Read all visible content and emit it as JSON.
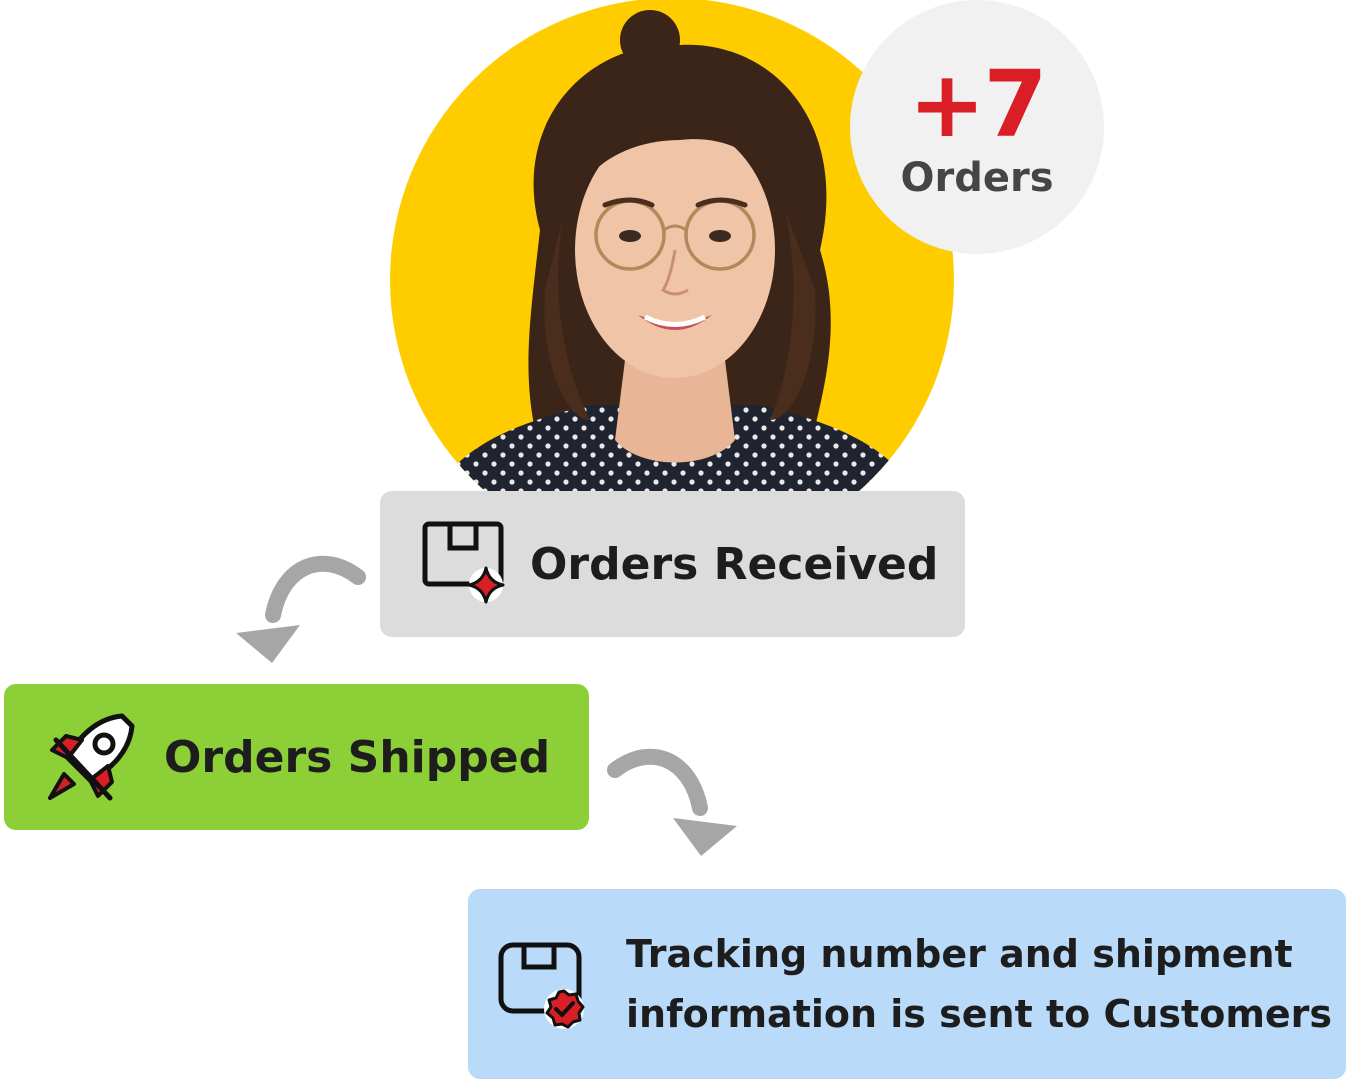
{
  "badge": {
    "count": "+7",
    "unit": "Orders"
  },
  "steps": [
    {
      "label": "Orders Received",
      "icon": "package-sparkle-icon",
      "bg": "#dcdcdc"
    },
    {
      "label": "Orders Shipped",
      "icon": "rocket-icon",
      "bg": "#8ccf36"
    },
    {
      "label_line1": "Tracking number and shipment",
      "label_line2": "information is sent to Customers",
      "icon": "package-check-icon",
      "bg": "#b9daf8"
    }
  ],
  "colors": {
    "accent": "#d91e25",
    "avatar_bg": "#ffcc00",
    "arrow": "#a6a6a6"
  }
}
